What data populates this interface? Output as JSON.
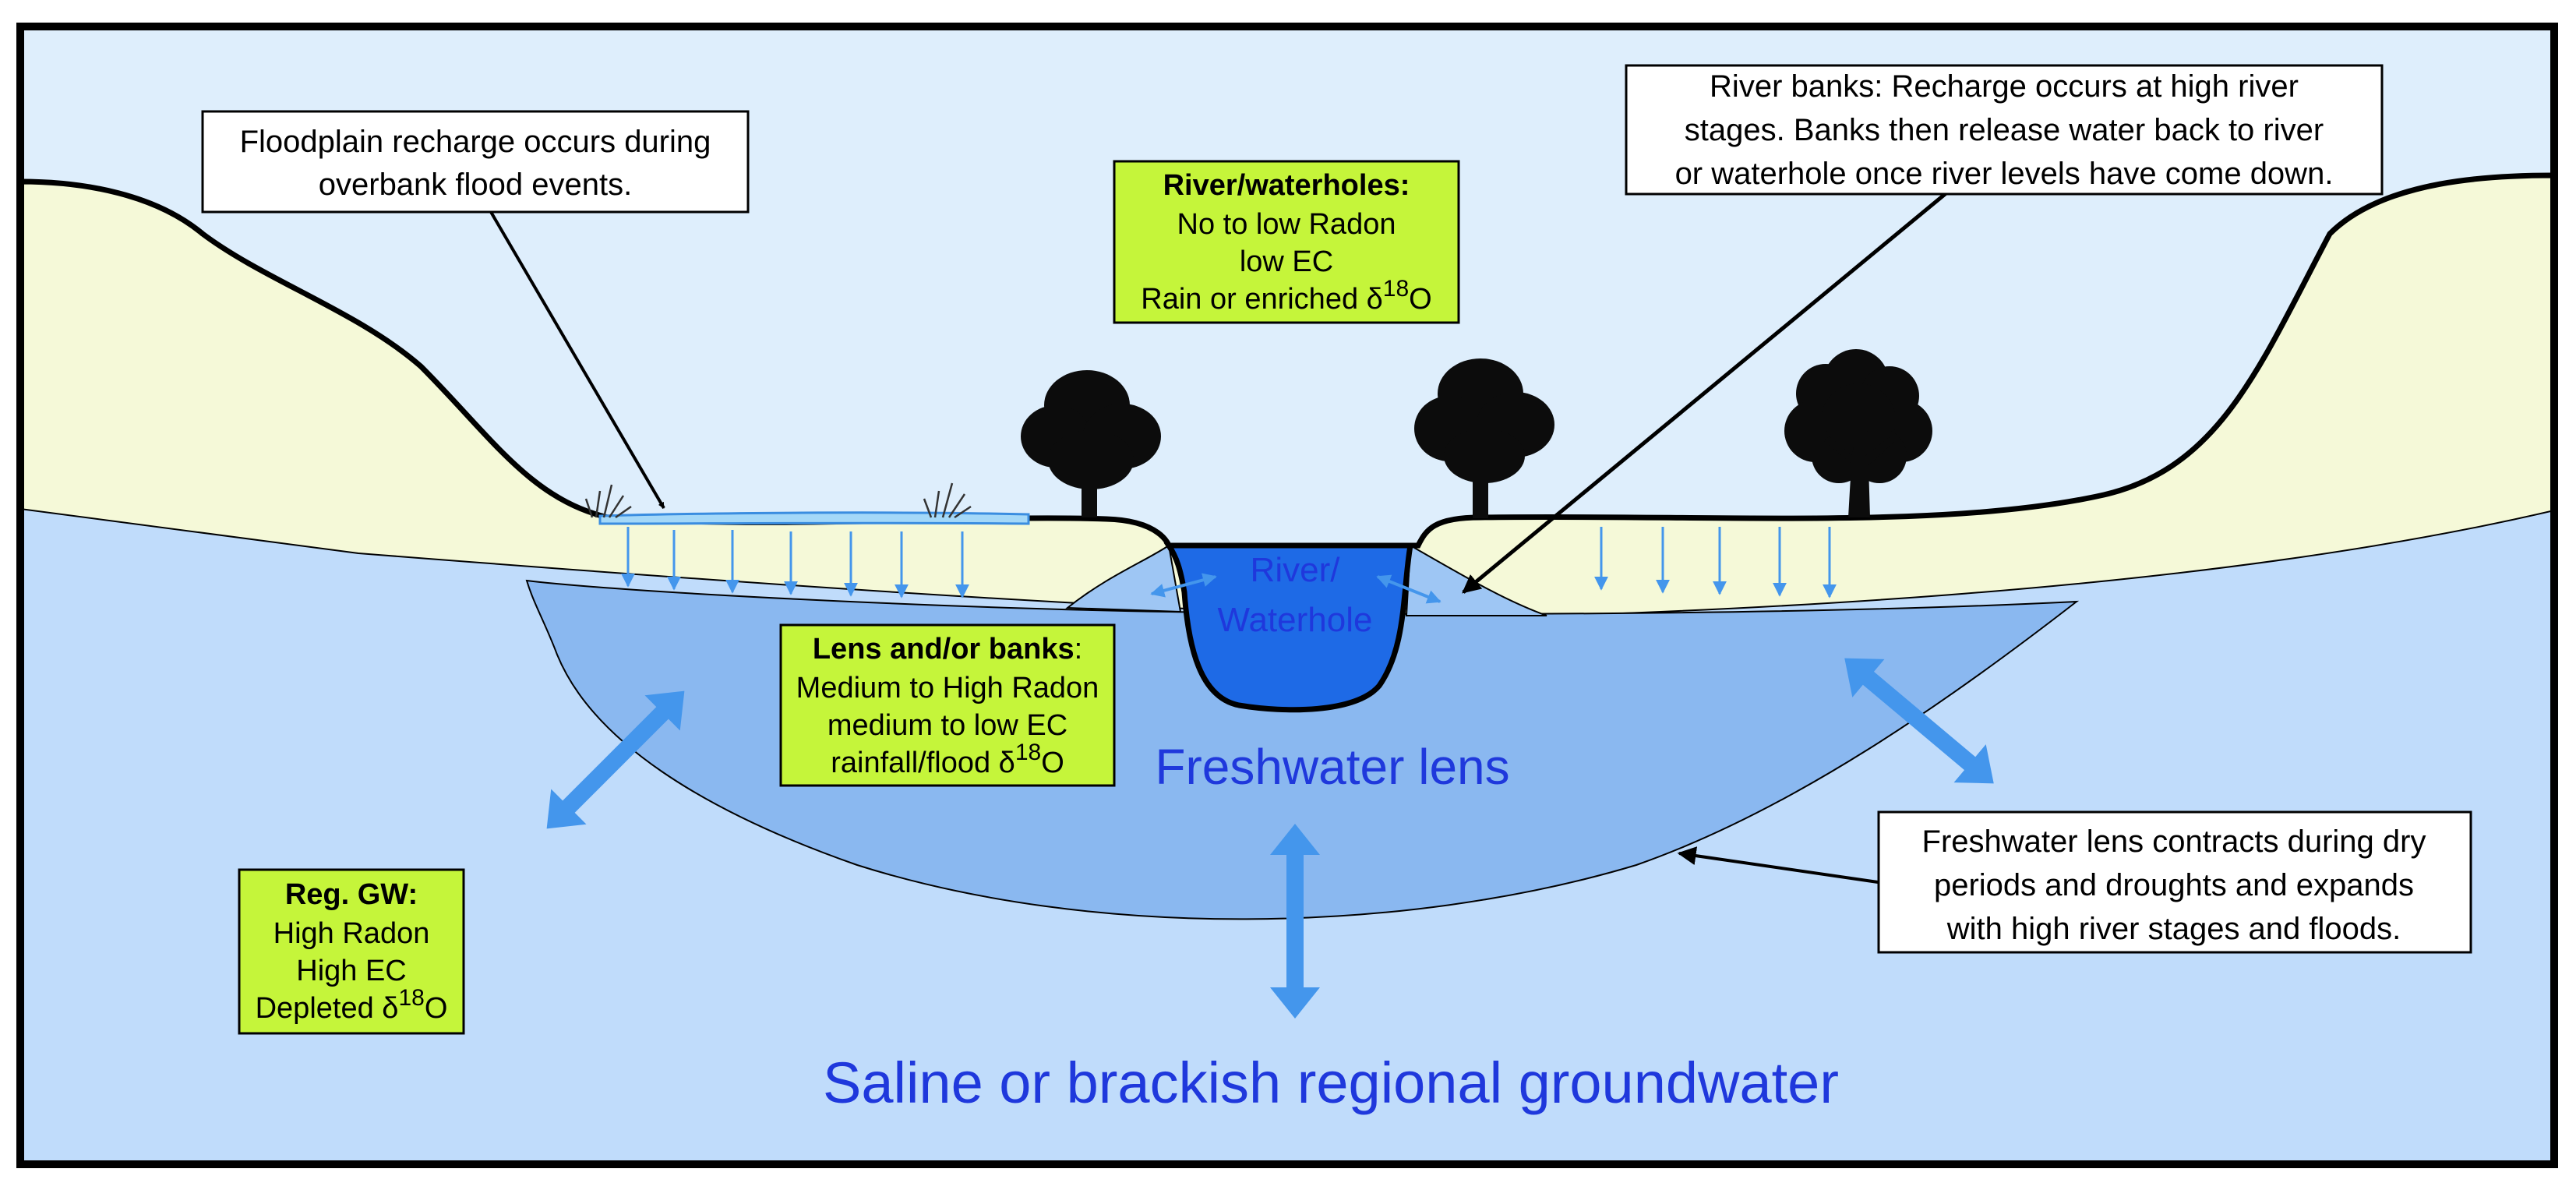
{
  "labels": {
    "floodplain_note": [
      "Floodplain recharge occurs during",
      "overbank flood events."
    ],
    "river_banks_note": [
      "River banks: Recharge occurs at high river",
      "stages. Banks then release water back to river",
      "or waterhole once river levels have come down."
    ],
    "river_waterholes_box": {
      "title": "River/waterholes:",
      "line1": "No to low Radon",
      "line2": "low EC",
      "line3_prefix": "Rain or enriched δ",
      "sup": "18",
      "line3_suffix": "O"
    },
    "lens_banks_box": {
      "title": "Lens and/or banks",
      "title_colon": ":",
      "line1": "Medium to High Radon",
      "line2": "medium to low EC",
      "line3_prefix": "rainfall/flood δ",
      "sup": "18",
      "line3_suffix": "O"
    },
    "reg_gw_box": {
      "title": "Reg. GW:",
      "line1": "High Radon",
      "line2": "High EC",
      "line3_prefix": "Depleted δ",
      "sup": "18",
      "line3_suffix": "O"
    },
    "river_label": [
      "River/",
      "Waterhole"
    ],
    "freshwater_lens": "Freshwater lens",
    "lens_note": [
      "Freshwater lens contracts during dry",
      "periods and droughts and expands",
      "with high river stages and floods."
    ],
    "regional_groundwater": "Saline or brackish regional groundwater"
  },
  "colors": {
    "sky": "#deeefc",
    "land": "#f5f9d8",
    "groundwater": "#c0dcfb",
    "lens": "#8ab8f0",
    "river": "#1e6ae6",
    "flood_water": "#a4d8f8",
    "arrow": "#4496ec",
    "label_blue": "#1f38dc",
    "green_box": "#c5f53a",
    "outline": "#000000"
  }
}
